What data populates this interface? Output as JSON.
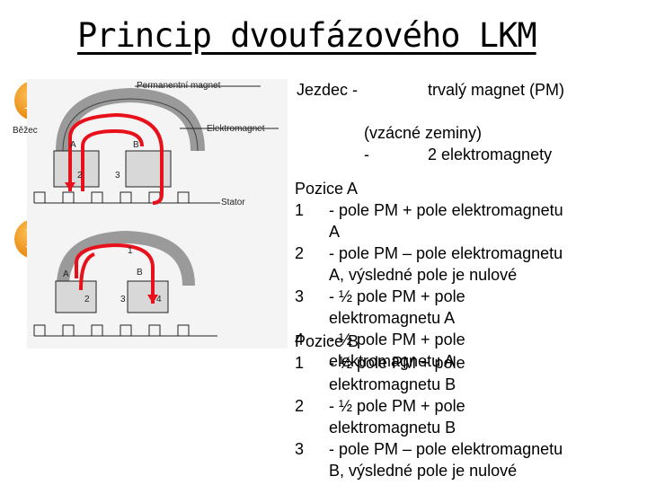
{
  "title": "Princip dvoufázového LKM",
  "badges": {
    "a": "A",
    "b": "B"
  },
  "figure": {
    "permanent_magnet": "Permanentní magnet",
    "runner": "Běžec",
    "electromagnet": "Elektromagnet",
    "stator": "Stator",
    "coil_a": "A",
    "coil_b": "B",
    "pole_numbers": [
      "1",
      "2",
      "3",
      "4"
    ]
  },
  "text": {
    "slider_label": "Jezdec -",
    "slider_value": "trvalý magnet (PM)",
    "rare_earth": "(vzácné zeminy)",
    "dash": "-",
    "electromagnets": "2 elektromagnety",
    "position_a": "Pozice A",
    "position_b": "Pozice B",
    "a1_num": "1",
    "a1_line1": "-      pole  PM + pole elektromagnetu",
    "a1_line2": "A",
    "a2_num": "2",
    "a2_line1": "-      pole PM – pole elektromagnetu",
    "a2_line2": "A, výsledné pole je nulové",
    "a3_num": "3",
    "a3_line1": "-      ½ pole PM + pole",
    "a3_line2": "elektromagnetu A",
    "a4_num": "4",
    "a4_line1": "-      ½ pole PM + pole",
    "a4_line2": "elektromagnetu A",
    "b1_num": "1",
    "b1_line1": "-      ½ pole PM + pole",
    "b1_line2": "elektromagnetu B",
    "b2_num": "2",
    "b2_line1": "-      ½ pole PM + pole",
    "b2_line2": "elektromagnetu B",
    "b3_num": "3",
    "b3_line1": "-      pole PM – pole elektromagnetu",
    "b3_line2": "B, výsledné pole je nulové"
  },
  "colors": {
    "arrow": "#e8101a",
    "badge": "#e78a10"
  }
}
